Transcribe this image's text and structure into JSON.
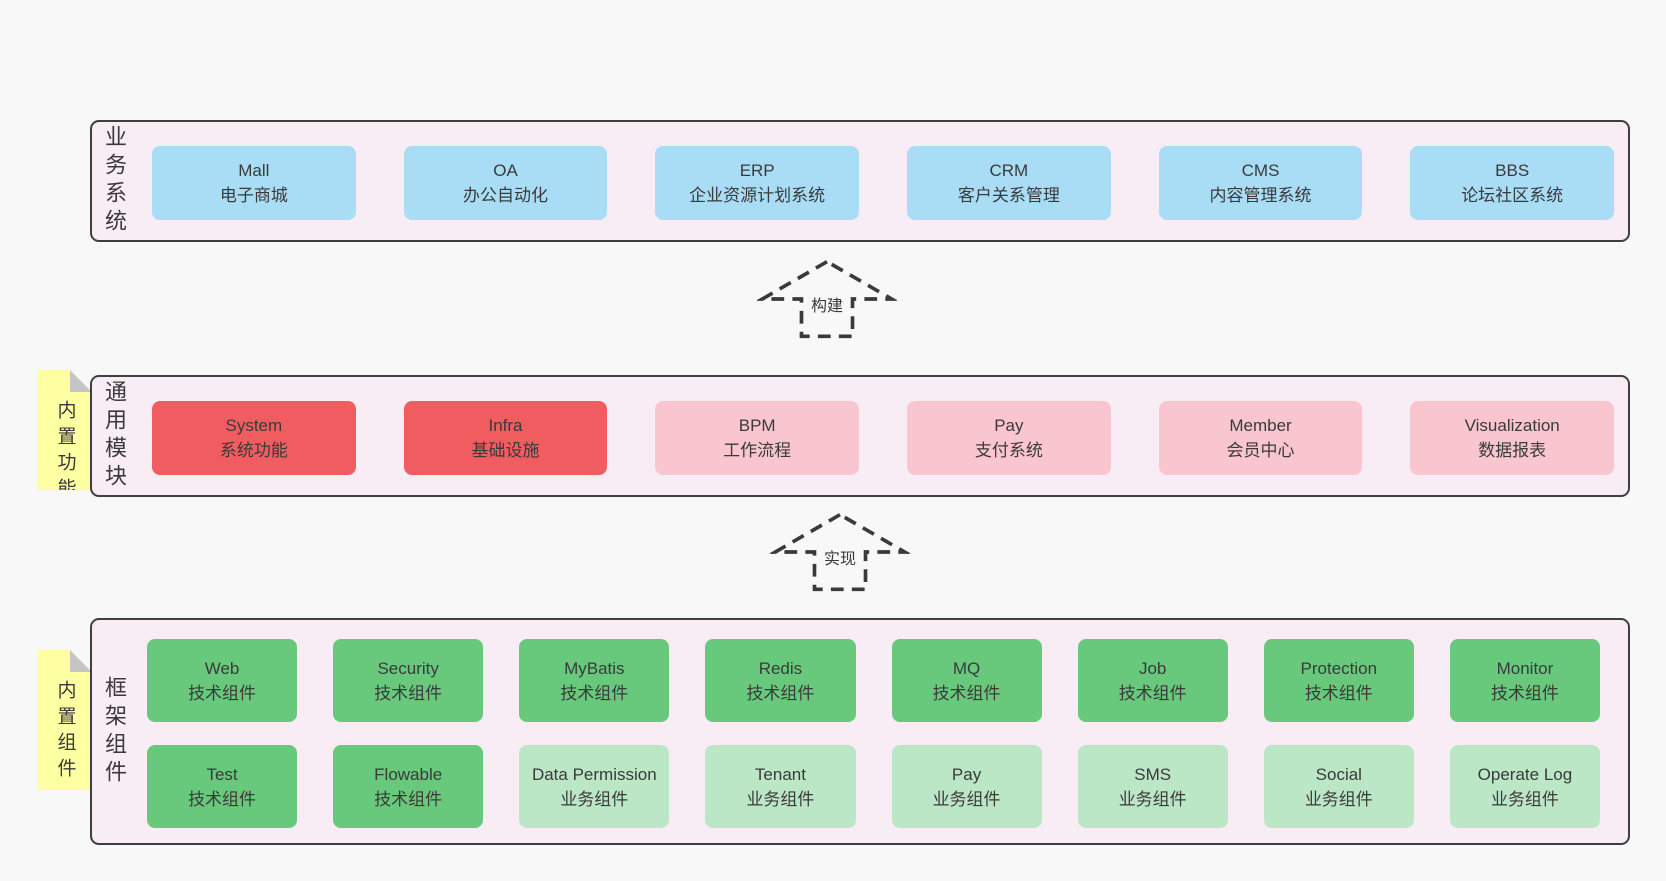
{
  "palette": {
    "page_bg": "#f8f8f8",
    "band_bg": "#f9edf5",
    "band_border": "#3f3f3f",
    "blue_box": "#a9ddf6",
    "red_box": "#f05c5f",
    "pink_box": "#f9c6cf",
    "green_box": "#68c97c",
    "light_green_box": "#bce7c7",
    "note_bg": "#feffa3",
    "note_fold": "#c5c5c5",
    "text": "#3a3a3a"
  },
  "arrows": [
    {
      "label": "构建"
    },
    {
      "label": "实现"
    }
  ],
  "bands": [
    {
      "label_vertical": "业务系统",
      "boxes": [
        {
          "title": "Mall",
          "subtitle": "电子商城"
        },
        {
          "title": "OA",
          "subtitle": "办公自动化"
        },
        {
          "title": "ERP",
          "subtitle": "企业资源计划系统"
        },
        {
          "title": "CRM",
          "subtitle": "客户关系管理"
        },
        {
          "title": "CMS",
          "subtitle": "内容管理系统"
        },
        {
          "title": "BBS",
          "subtitle": "论坛社区系统"
        }
      ]
    },
    {
      "label_vertical": "通用模块",
      "note": "内置功能",
      "boxes": [
        {
          "title": "System",
          "subtitle": "系统功能"
        },
        {
          "title": "Infra",
          "subtitle": "基础设施"
        },
        {
          "title": "BPM",
          "subtitle": "工作流程"
        },
        {
          "title": "Pay",
          "subtitle": "支付系统"
        },
        {
          "title": "Member",
          "subtitle": "会员中心"
        },
        {
          "title": "Visualization",
          "subtitle": "数据报表"
        }
      ]
    },
    {
      "label_vertical": "框架组件",
      "note": "内置组件",
      "rows": [
        [
          {
            "title": "Web",
            "subtitle": "技术组件"
          },
          {
            "title": "Security",
            "subtitle": "技术组件"
          },
          {
            "title": "MyBatis",
            "subtitle": "技术组件"
          },
          {
            "title": "Redis",
            "subtitle": "技术组件"
          },
          {
            "title": "MQ",
            "subtitle": "技术组件"
          },
          {
            "title": "Job",
            "subtitle": "技术组件"
          },
          {
            "title": "Protection",
            "subtitle": "技术组件"
          },
          {
            "title": "Monitor",
            "subtitle": "技术组件"
          }
        ],
        [
          {
            "title": "Test",
            "subtitle": "技术组件"
          },
          {
            "title": "Flowable",
            "subtitle": "技术组件"
          },
          {
            "title": "Data Permission",
            "subtitle": "业务组件"
          },
          {
            "title": "Tenant",
            "subtitle": "业务组件"
          },
          {
            "title": "Pay",
            "subtitle": "业务组件"
          },
          {
            "title": "SMS",
            "subtitle": "业务组件"
          },
          {
            "title": "Social",
            "subtitle": "业务组件"
          },
          {
            "title": "Operate Log",
            "subtitle": "业务组件"
          }
        ]
      ]
    }
  ]
}
